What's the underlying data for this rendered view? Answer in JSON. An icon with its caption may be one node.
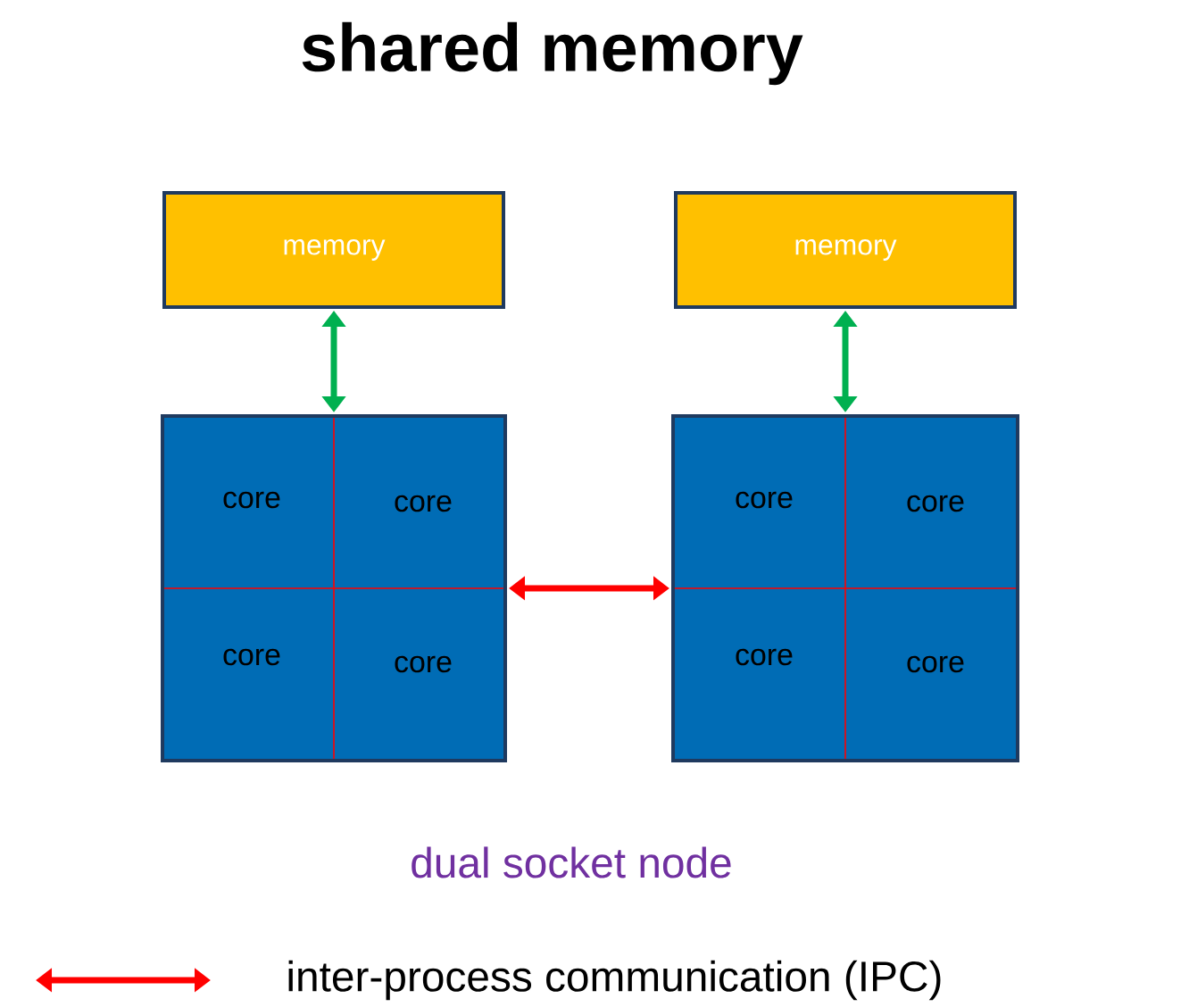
{
  "diagram": {
    "title": "shared memory",
    "nodes": [
      {
        "text": [
          "memory"
        ]
      },
      {
        "text": [
          "memory"
        ]
      },
      {
        "text": [],
        "shape": "box"
      },
      {
        "text": [
          "core"
        ],
        "in": 2
      },
      {
        "text": [
          "core"
        ],
        "in": 2
      },
      {
        "text": [
          "core"
        ],
        "in": 2
      },
      {
        "text": [
          "core"
        ],
        "in": 2
      },
      {
        "text": [],
        "shape": "box"
      },
      {
        "text": [
          "core"
        ],
        "in": 7
      },
      {
        "text": [
          "core"
        ],
        "in": 7
      },
      {
        "text": [
          "core"
        ],
        "in": 7
      },
      {
        "text": [
          "core"
        ],
        "in": 7
      }
    ],
    "edges": [
      {
        "from": 0,
        "to": 2,
        "arrow": "both",
        "color": "#00b050"
      },
      {
        "from": 1,
        "to": 7,
        "arrow": "both",
        "color": "#00b050"
      },
      {
        "from": 2,
        "to": 7,
        "arrow": "both",
        "color": "#ff0000"
      }
    ],
    "labels": [
      "dual socket node"
    ],
    "legend": [
      {
        "text": "inter-process communication (IPC)"
      }
    ]
  }
}
